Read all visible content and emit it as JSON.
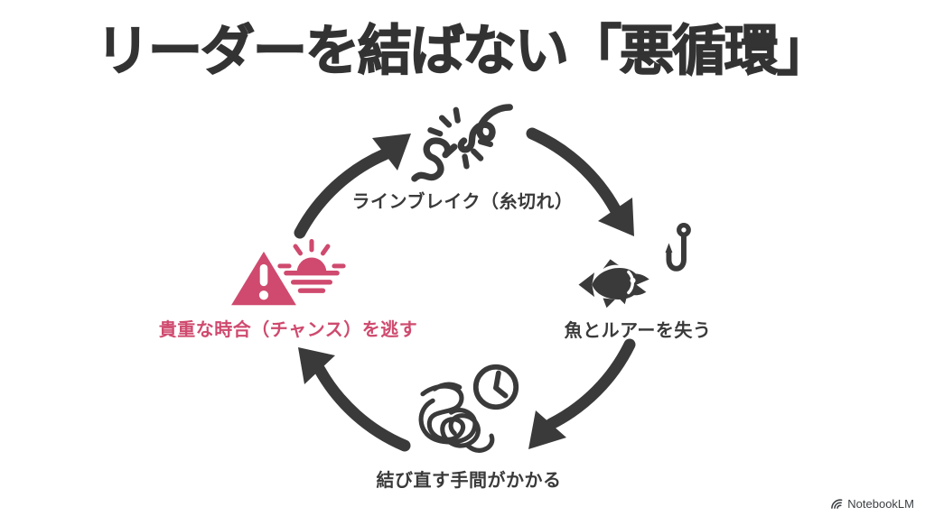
{
  "title": "リーダーを結ばない「悪循環」",
  "colors": {
    "ink": "#3a3a3a",
    "title": "#333333",
    "accent": "#cf4a6e",
    "background": "#ffffff"
  },
  "cycle": {
    "direction": "clockwise",
    "nodes": [
      {
        "id": "line-break",
        "position": "top",
        "icon": "broken-line-icon",
        "label": "ラインブレイク（糸切れ）",
        "emphasis": false
      },
      {
        "id": "lose-fish-and-lure",
        "position": "right",
        "icon": "fish-and-hook-icon",
        "label": "魚とルアーを失う",
        "emphasis": false
      },
      {
        "id": "retying-takes-time",
        "position": "bottom",
        "icon": "tangled-line-and-clock-icon",
        "label": "結び直す手間がかかる",
        "emphasis": false
      },
      {
        "id": "miss-precious-chance",
        "position": "left",
        "icon": "warning-and-sunset-icon",
        "label": "貴重な時合（チャンス）を逃す",
        "emphasis": true
      }
    ]
  },
  "watermark": {
    "label": "NotebookLM",
    "icon": "notebooklm-logo-icon"
  }
}
